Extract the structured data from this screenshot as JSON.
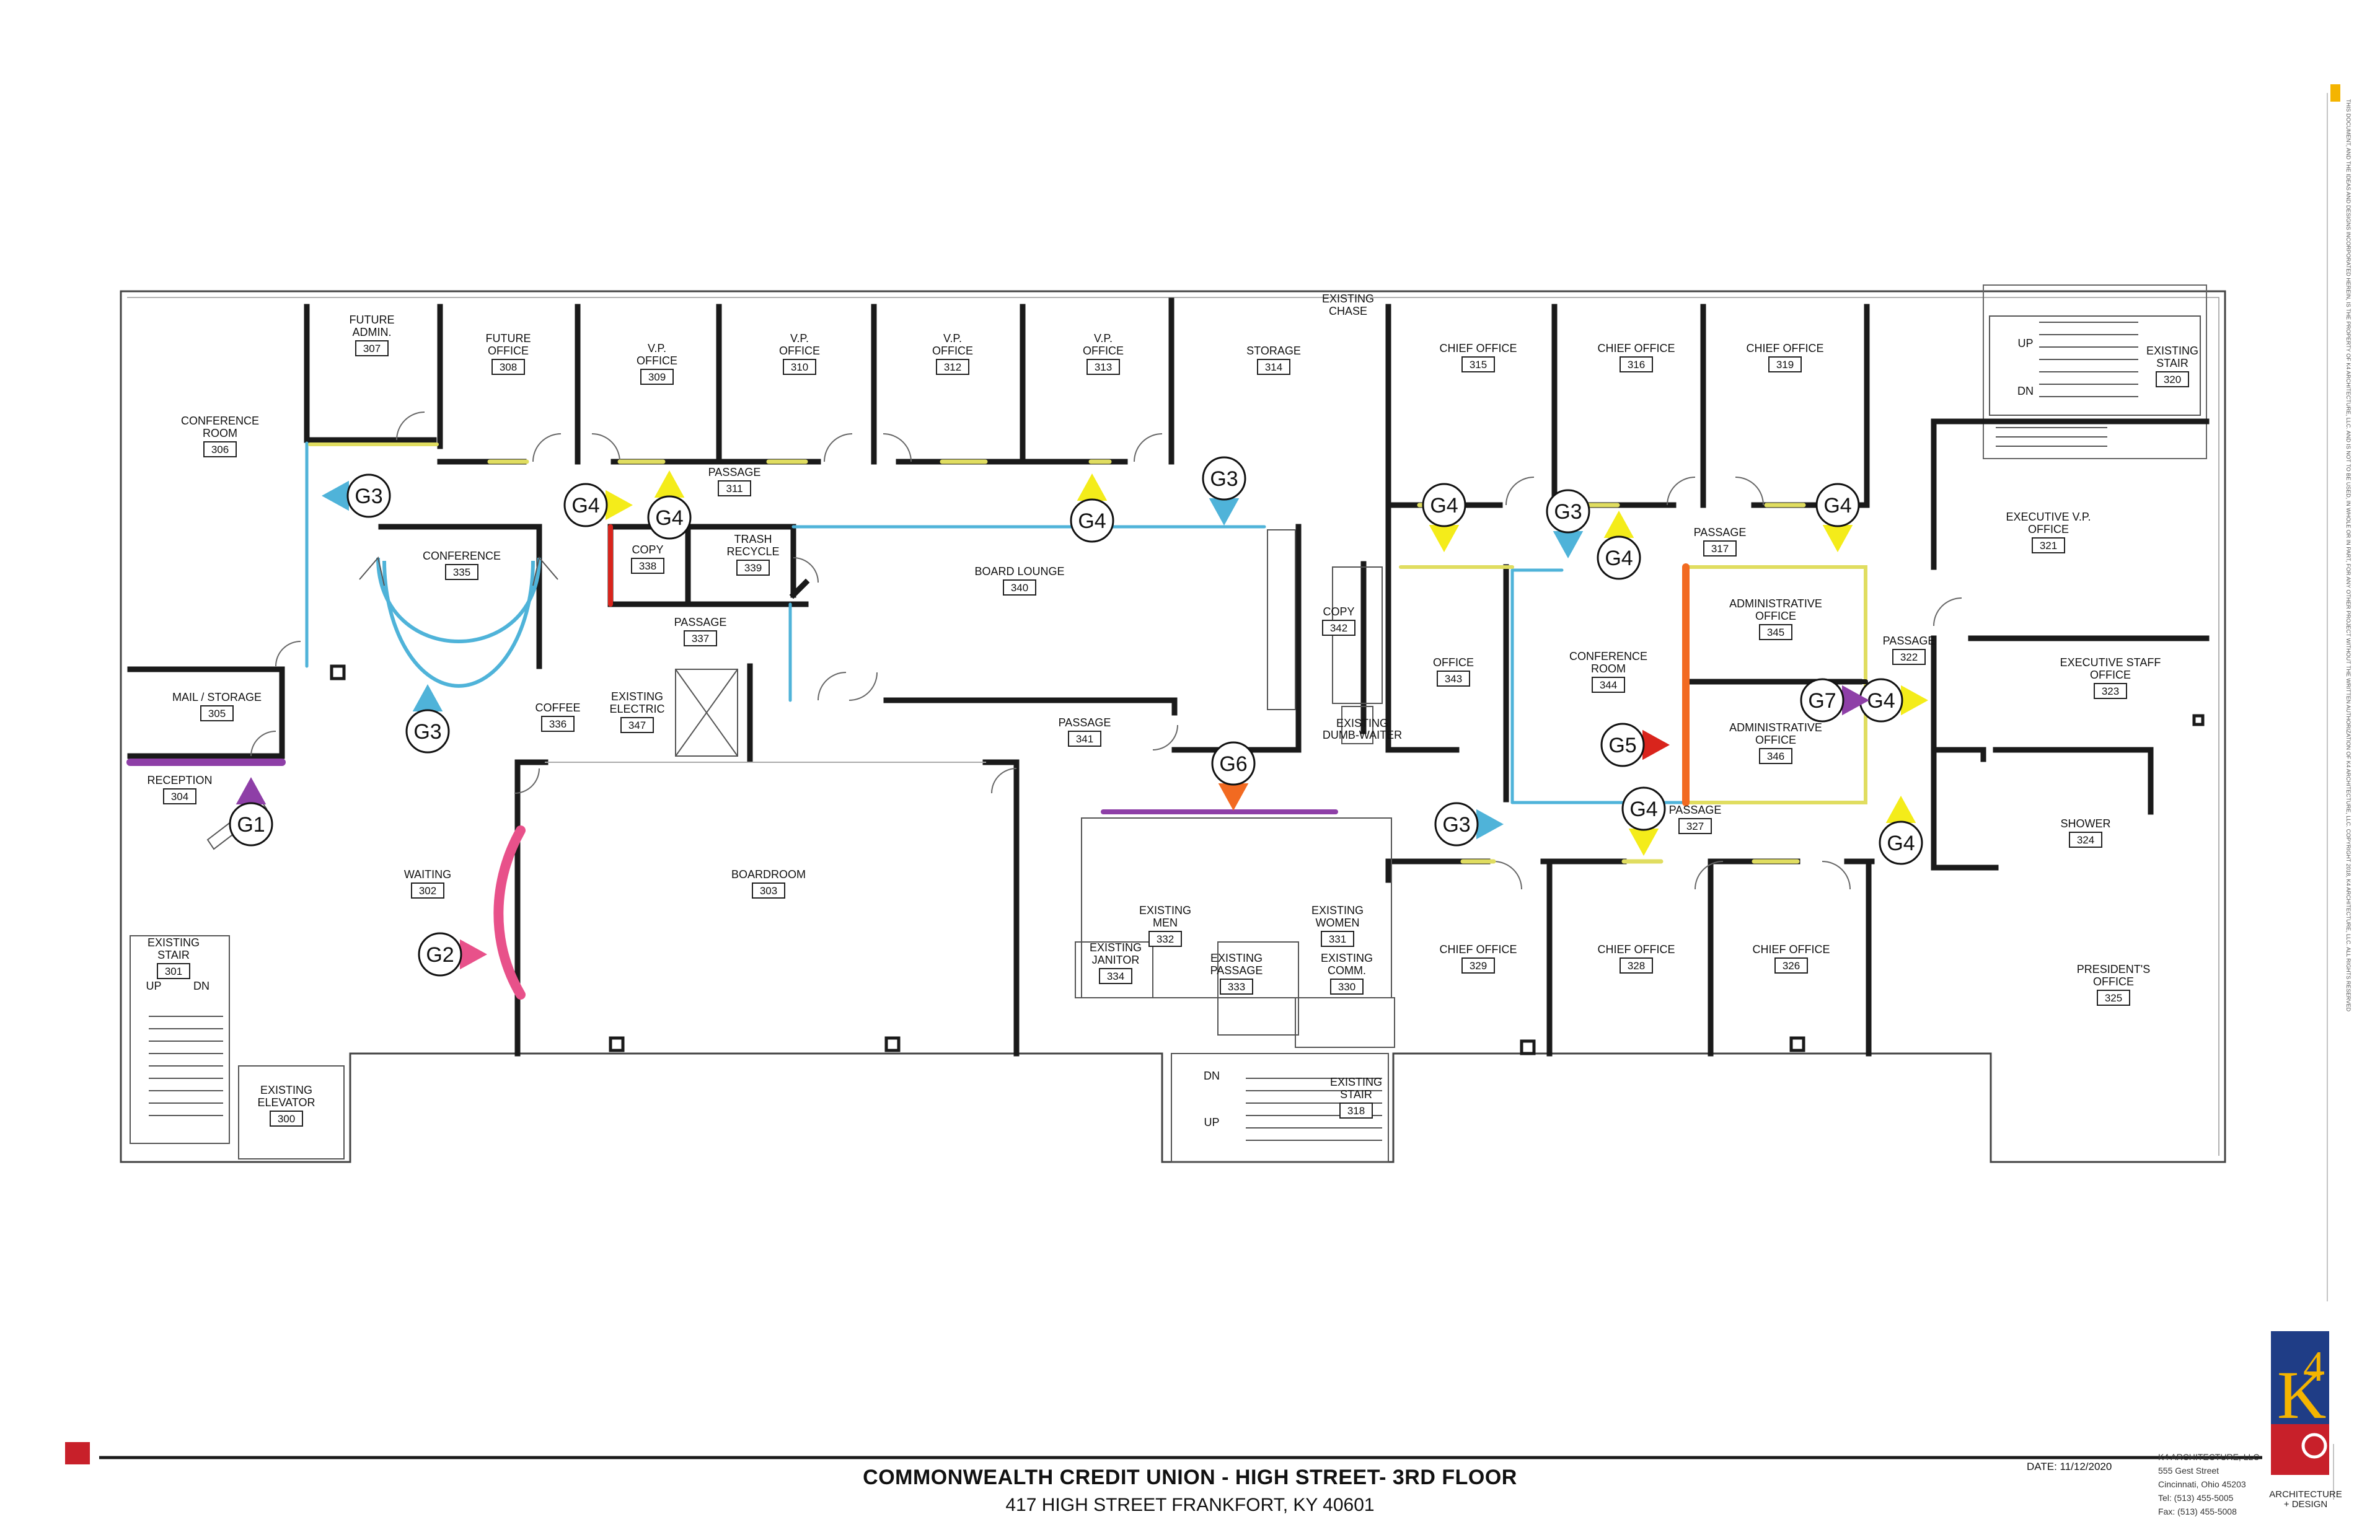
{
  "title": "COMMONWEALTH CREDIT UNION - HIGH STREET- 3RD FLOOR",
  "address": "417 HIGH STREET FRANKFORT, KY 40601",
  "date": "DATE: 11/12/2020",
  "firm": {
    "name": "K4 ARCHITECTURE, LLC",
    "street": "555 Gest Street",
    "city": "Cincinnati, Ohio 45203",
    "tel": "Tel: (513) 455-5005",
    "fax": "Fax: (513) 455-5008",
    "tagline1": "ARCHITECTURE",
    "tagline2": "+ DESIGN",
    "logo_letters": "K4"
  },
  "copyright_note": "THIS DOCUMENT, AND THE IDEAS AND DESIGNS INCORPORATED HEREIN, IS THE PROPERTY OF K4 ARCHITECTURE, LLC. AND IS NOT TO BE USED, IN WHOLE OR IN PART, FOR ANY OTHER PROJECT WITHOUT THE WRITTEN AUTHORIZATION OF K4 ARCHITECTURE, LLC. COPYRIGHT 2018, K4 ARCHITECTURE, LLC. ALL RIGHTS RESERVED",
  "colors": {
    "G1": "#8e3fa7",
    "G2": "#e8518a",
    "G3": "#4fb3d9",
    "G4": "#f4ec1a",
    "G5": "#d9241c",
    "G6": "#f26a21",
    "G7": "#8e3fa7",
    "wall": "#1a1a1a",
    "accent": "#c8202a"
  },
  "rooms": [
    {
      "num": "300",
      "lines": [
        "EXISTING",
        "ELEVATOR"
      ]
    },
    {
      "num": "301",
      "lines": [
        "EXISTING",
        "STAIR"
      ]
    },
    {
      "num": "302",
      "lines": [
        "WAITING"
      ]
    },
    {
      "num": "303",
      "lines": [
        "BOARDROOM"
      ]
    },
    {
      "num": "304",
      "lines": [
        "RECEPTION"
      ]
    },
    {
      "num": "305",
      "lines": [
        "MAIL / STORAGE"
      ]
    },
    {
      "num": "306",
      "lines": [
        "CONFERENCE",
        "ROOM"
      ]
    },
    {
      "num": "307",
      "lines": [
        "FUTURE",
        "ADMIN."
      ]
    },
    {
      "num": "308",
      "lines": [
        "FUTURE",
        "OFFICE"
      ]
    },
    {
      "num": "309",
      "lines": [
        "V.P.",
        "OFFICE"
      ]
    },
    {
      "num": "310",
      "lines": [
        "V.P.",
        "OFFICE"
      ]
    },
    {
      "num": "312",
      "lines": [
        "V.P.",
        "OFFICE"
      ]
    },
    {
      "num": "313",
      "lines": [
        "V.P.",
        "OFFICE"
      ]
    },
    {
      "num": "314",
      "lines": [
        "STORAGE"
      ]
    },
    {
      "num": "315",
      "lines": [
        "CHIEF OFFICE"
      ]
    },
    {
      "num": "316",
      "lines": [
        "CHIEF OFFICE"
      ]
    },
    {
      "num": "319",
      "lines": [
        "CHIEF OFFICE"
      ]
    },
    {
      "num": "320",
      "lines": [
        "EXISTING",
        "STAIR"
      ]
    },
    {
      "num": "311",
      "lines": [
        "PASSAGE"
      ]
    },
    {
      "num": "335",
      "lines": [
        "CONFERENCE"
      ]
    },
    {
      "num": "338",
      "lines": [
        "COPY"
      ]
    },
    {
      "num": "339",
      "lines": [
        "TRASH",
        "RECYCLE"
      ]
    },
    {
      "num": "340",
      "lines": [
        "BOARD LOUNGE"
      ]
    },
    {
      "num": "337",
      "lines": [
        "PASSAGE"
      ]
    },
    {
      "num": "336",
      "lines": [
        "COFFEE"
      ]
    },
    {
      "num": "347",
      "lines": [
        "EXISTING",
        "ELECTRIC"
      ]
    },
    {
      "num": "341",
      "lines": [
        "PASSAGE"
      ]
    },
    {
      "num": "342",
      "lines": [
        "COPY"
      ]
    },
    {
      "num": "343",
      "lines": [
        "OFFICE"
      ]
    },
    {
      "num": "344",
      "lines": [
        "CONFERENCE",
        "ROOM"
      ]
    },
    {
      "num": "345",
      "lines": [
        "ADMINISTRATIVE",
        "OFFICE"
      ]
    },
    {
      "num": "346",
      "lines": [
        "ADMINISTRATIVE",
        "OFFICE"
      ]
    },
    {
      "num": "317",
      "lines": [
        "PASSAGE"
      ]
    },
    {
      "num": "322",
      "lines": [
        "PASSAGE"
      ]
    },
    {
      "num": "321",
      "lines": [
        "EXECUTIVE V.P.",
        "OFFICE"
      ]
    },
    {
      "num": "323",
      "lines": [
        "EXECUTIVE STAFF",
        "OFFICE"
      ]
    },
    {
      "num": "324",
      "lines": [
        "SHOWER"
      ]
    },
    {
      "num": "325",
      "lines": [
        "PRESIDENT'S",
        "OFFICE"
      ]
    },
    {
      "num": "327",
      "lines": [
        "PASSAGE"
      ]
    },
    {
      "num": "326",
      "lines": [
        "CHIEF OFFICE"
      ]
    },
    {
      "num": "328",
      "lines": [
        "CHIEF OFFICE"
      ]
    },
    {
      "num": "329",
      "lines": [
        "CHIEF OFFICE"
      ]
    },
    {
      "num": "332",
      "lines": [
        "EXISTING",
        "MEN"
      ]
    },
    {
      "num": "331",
      "lines": [
        "EXISTING",
        "WOMEN"
      ]
    },
    {
      "num": "334",
      "lines": [
        "EXISTING",
        "JANITOR"
      ]
    },
    {
      "num": "333",
      "lines": [
        "EXISTING",
        "PASSAGE"
      ]
    },
    {
      "num": "330",
      "lines": [
        "EXISTING",
        "COMM."
      ]
    },
    {
      "num": "318",
      "lines": [
        "EXISTING",
        "STAIR"
      ]
    }
  ],
  "plain_labels": [
    "EXISTING",
    "CHASE",
    "EXISTING",
    "DUMB-WAITER",
    "UP",
    "DN",
    "UP",
    "DN",
    "DN",
    "UP"
  ],
  "markers": [
    "G1",
    "G2",
    "G3",
    "G3",
    "G3",
    "G3",
    "G3",
    "G4",
    "G4",
    "G4",
    "G4",
    "G4",
    "G4",
    "G4",
    "G4",
    "G4",
    "G5",
    "G6",
    "G7"
  ]
}
